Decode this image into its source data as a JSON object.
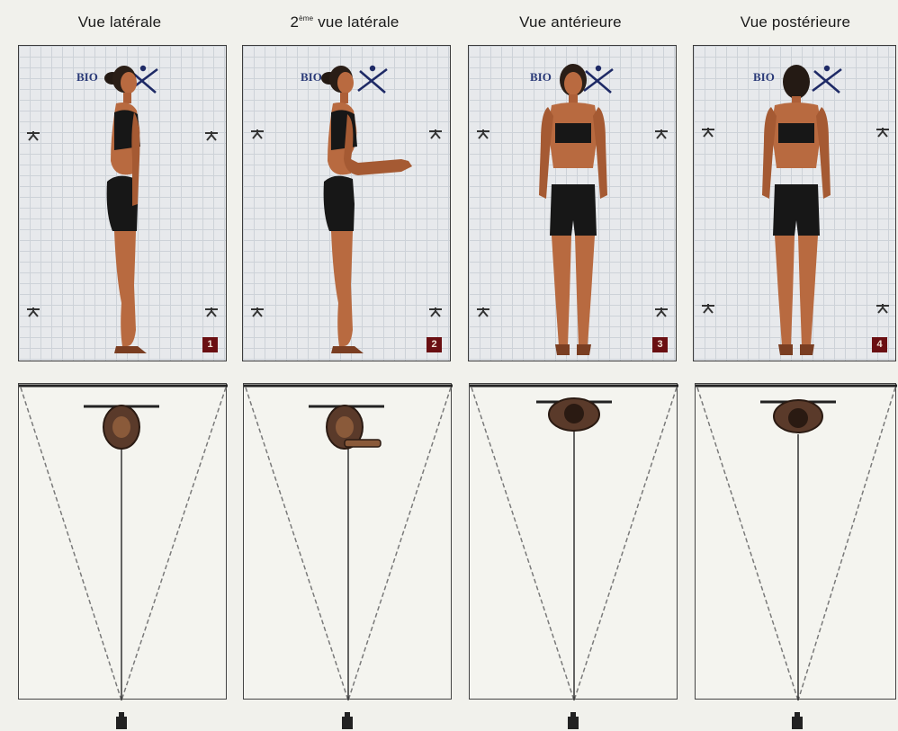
{
  "views": [
    {
      "title": "Vue latérale",
      "badge": "1",
      "brand": "BIO",
      "pose": "side"
    },
    {
      "title_main": "vue latérale",
      "title_prefix": "2",
      "title_sup": "ème",
      "badge": "2",
      "brand": "BIO",
      "pose": "side-arm"
    },
    {
      "title": "Vue antérieure",
      "badge": "3",
      "brand": "BIO",
      "pose": "front"
    },
    {
      "title": "Vue postérieure",
      "badge": "4",
      "brand": "BIO",
      "pose": "back"
    }
  ],
  "icons": [
    "grid-marker-icon",
    "biotonix-logo-icon",
    "camera-icon",
    "person-top-view-icon"
  ],
  "colors": {
    "badge": "#6a0f12",
    "skin": "#b86a40",
    "clothing": "#171717",
    "brand": "#2a3a78"
  }
}
